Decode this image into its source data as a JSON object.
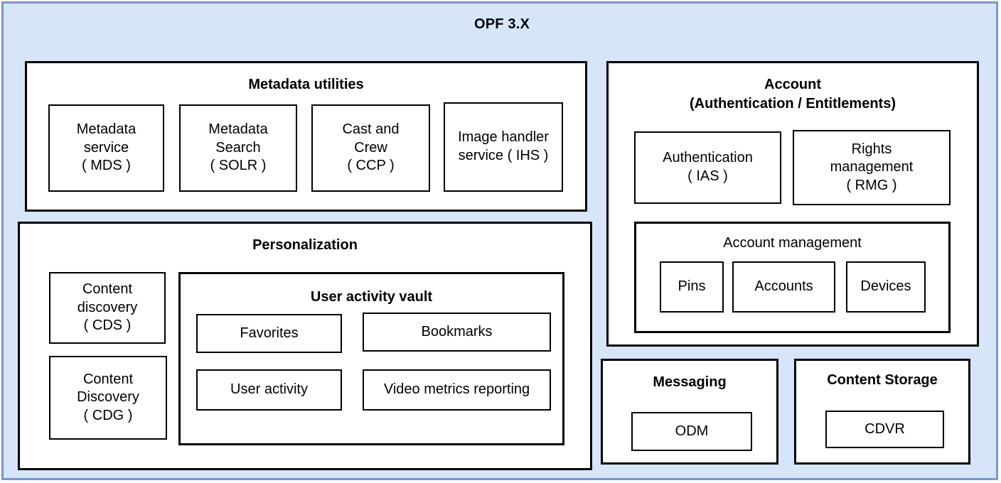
{
  "diagram": {
    "title": "OPF 3.X",
    "accent_color": "#7b98cb",
    "background_color": "#d7e5f9",
    "panel_color": "#ffffff",
    "border_color": "#000000"
  },
  "metadata_utilities": {
    "title": "Metadata utilities",
    "boxes": [
      {
        "label": "Metadata\nservice\n( MDS )"
      },
      {
        "label": "Metadata\nSearch\n( SOLR )"
      },
      {
        "label": "Cast and\nCrew\n( CCP )"
      },
      {
        "label": "Image handler\nservice ( IHS )"
      }
    ]
  },
  "personalization": {
    "title": "Personalization",
    "boxes": [
      {
        "label": "Content\ndiscovery\n( CDS )"
      },
      {
        "label": "Content\nDiscovery\n( CDG )"
      }
    ],
    "user_activity_vault": {
      "title": "User activity vault",
      "boxes": [
        {
          "label": "Favorites"
        },
        {
          "label": "Bookmarks"
        },
        {
          "label": "User activity"
        },
        {
          "label": "Video metrics reporting"
        }
      ]
    }
  },
  "account": {
    "title": "Account\n(Authentication / Entitlements)",
    "boxes": [
      {
        "label": "Authentication\n( IAS )"
      },
      {
        "label": "Rights\nmanagement\n( RMG )"
      }
    ],
    "account_management": {
      "title": "Account management",
      "boxes": [
        {
          "label": "Pins"
        },
        {
          "label": "Accounts"
        },
        {
          "label": "Devices"
        }
      ]
    }
  },
  "messaging": {
    "title": "Messaging",
    "boxes": [
      {
        "label": "ODM"
      }
    ]
  },
  "content_storage": {
    "title": "Content Storage",
    "boxes": [
      {
        "label": "CDVR"
      }
    ]
  }
}
